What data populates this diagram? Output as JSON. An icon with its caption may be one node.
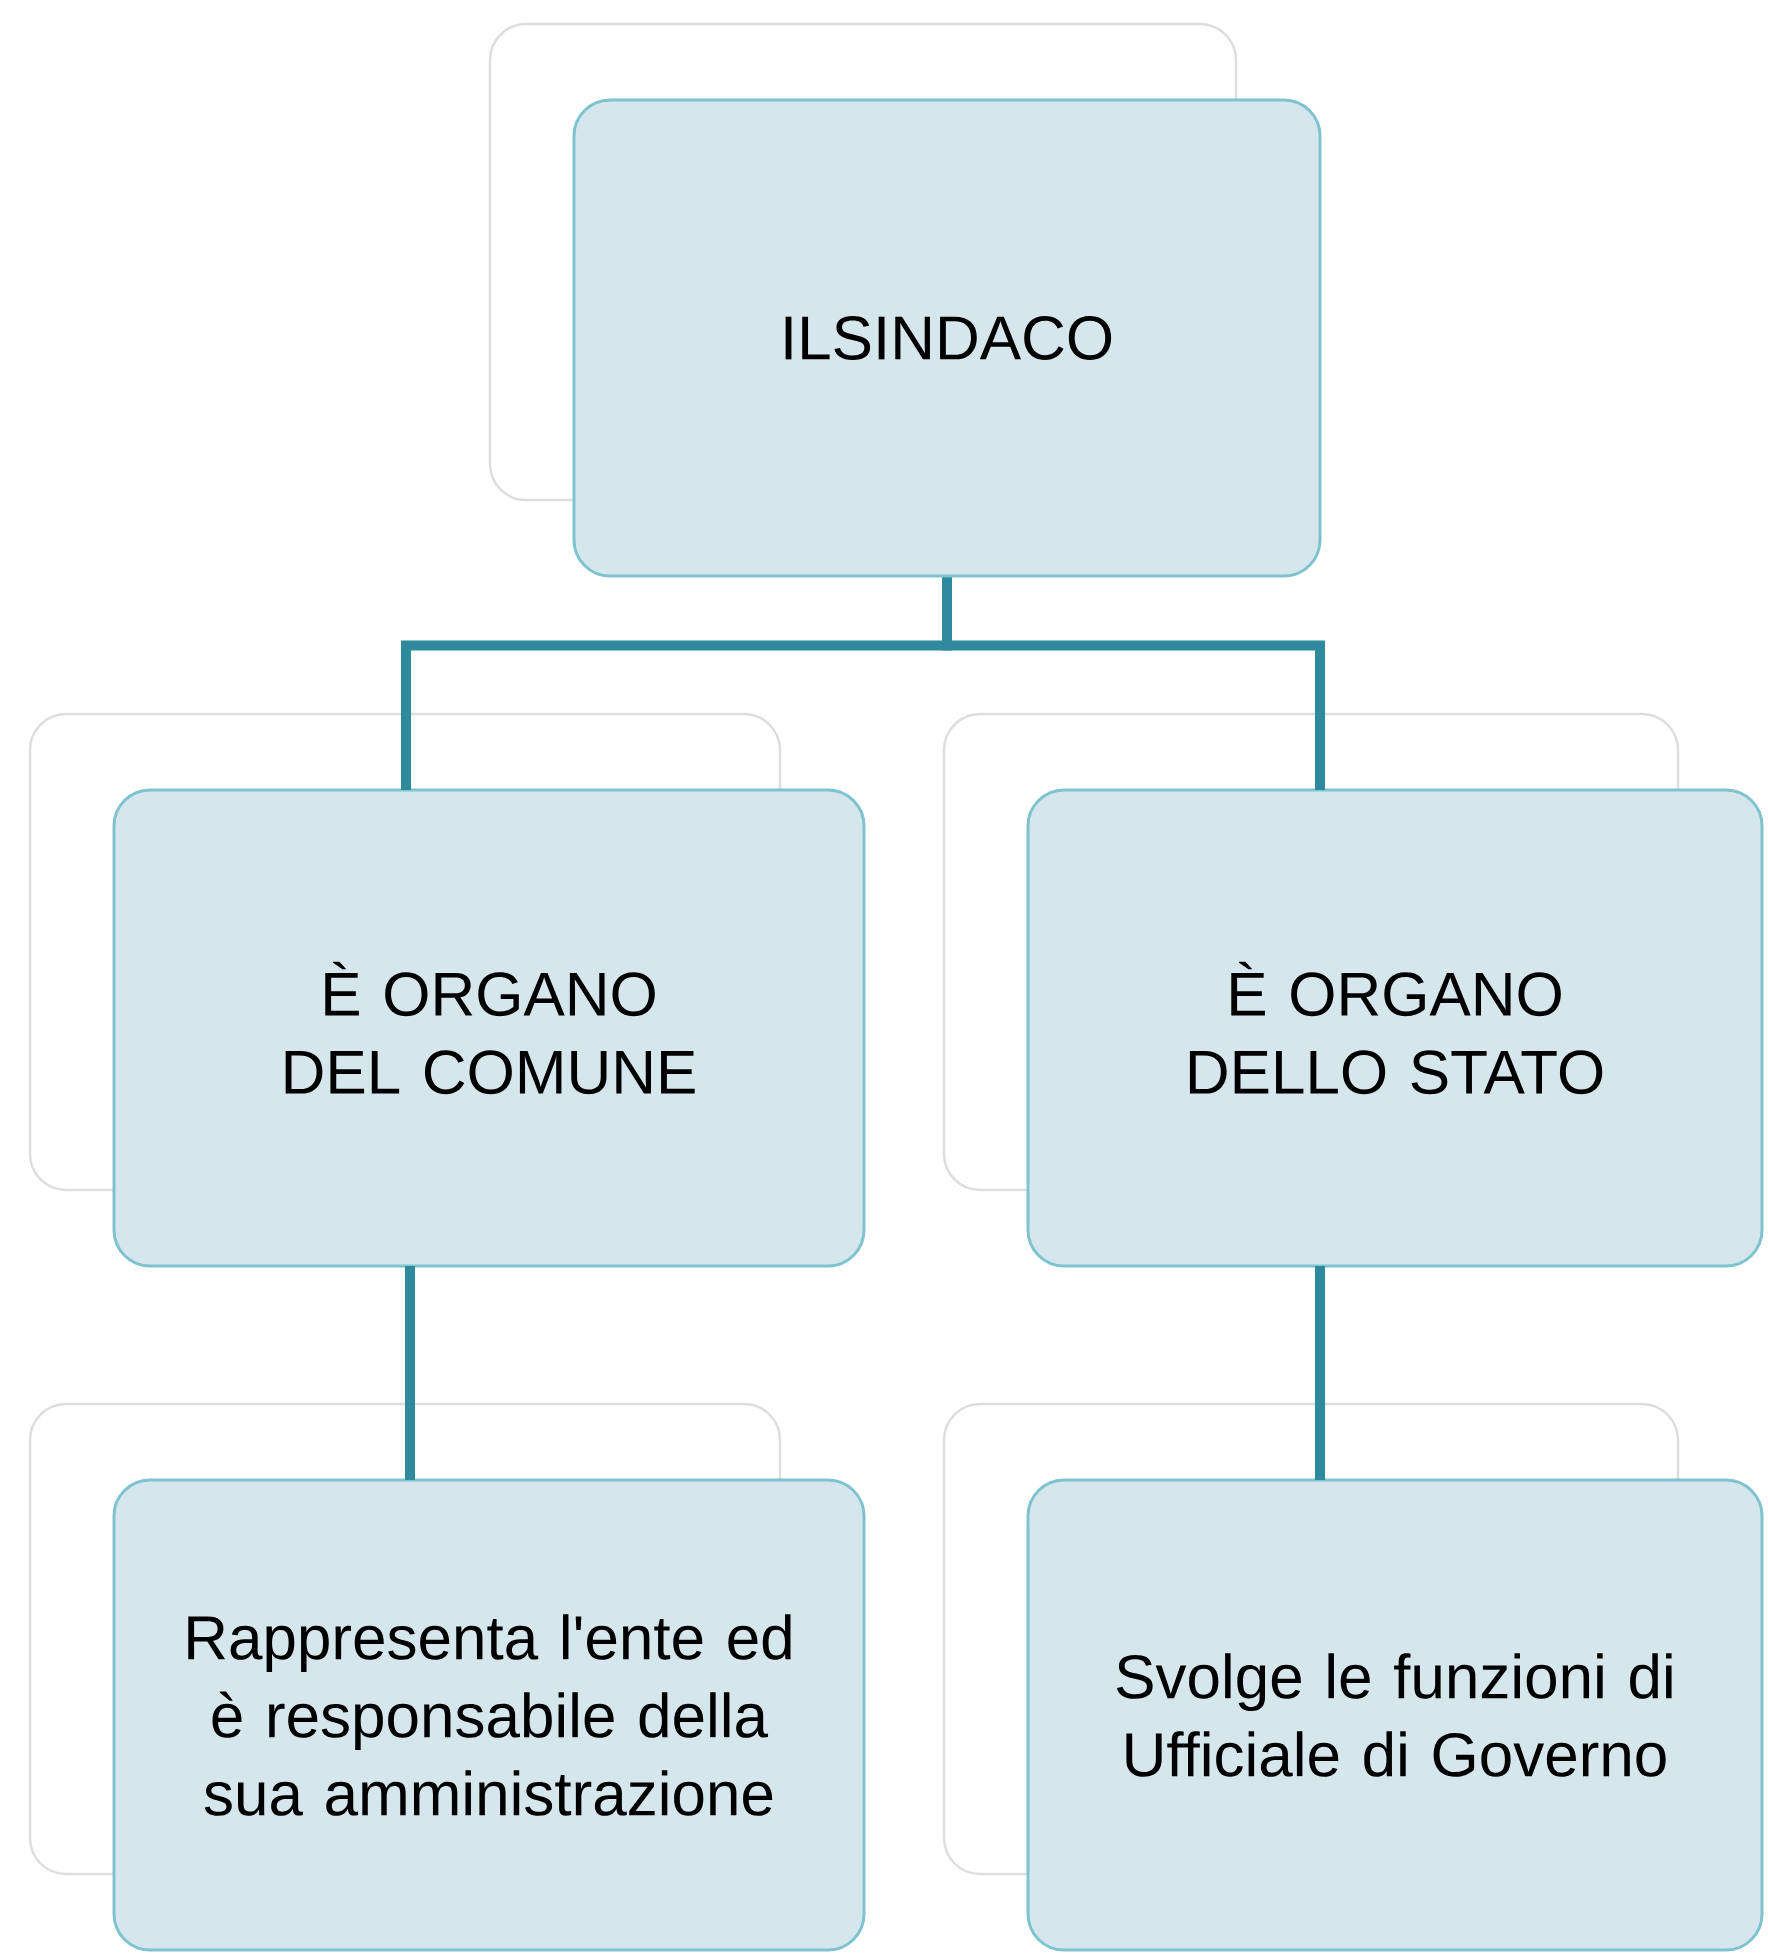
{
  "diagram": {
    "nodes": [
      {
        "text": [
          "ILSINDACO"
        ]
      },
      {
        "text": [
          "È ORGANO DEL COMUNE"
        ]
      },
      {
        "text": [
          "È ORGANO DELLO STATO"
        ]
      },
      {
        "text": [
          "Rappresenta l'ente ed è responsabile della sua amministrazione"
        ]
      },
      {
        "text": [
          "Svolge le funzioni di Ufficiale di Governo"
        ]
      }
    ],
    "edges": [
      {
        "from": 0,
        "to": 1,
        "arrow": "none"
      },
      {
        "from": 0,
        "to": 2,
        "arrow": "none"
      },
      {
        "from": 1,
        "to": 3,
        "arrow": "none"
      },
      {
        "from": 2,
        "to": 4,
        "arrow": "none"
      }
    ]
  }
}
